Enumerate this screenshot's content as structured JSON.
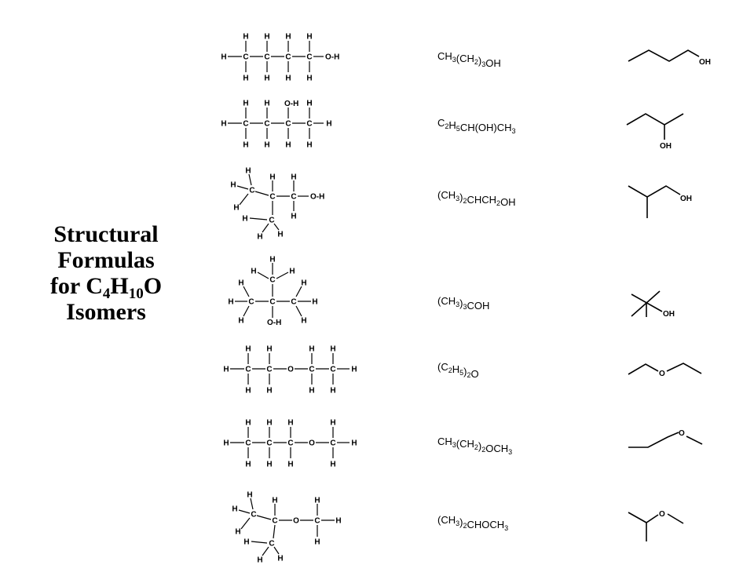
{
  "title": {
    "line1": "Structural",
    "line2": "Formulas",
    "line3_pre": "for C",
    "sub1": "4",
    "mid": "H",
    "sub2": "10",
    "post": "O",
    "line4": "Isomers"
  },
  "atoms": {
    "C": "C",
    "H": "H",
    "O": "O",
    "OH": "OH",
    "O-H": "O-H"
  },
  "condensed": [
    {
      "parts": [
        [
          "CH",
          ""
        ],
        [
          "3",
          "s"
        ],
        [
          "(CH",
          ""
        ],
        [
          "2",
          "s"
        ],
        [
          ")",
          ""
        ],
        [
          "3",
          "s"
        ],
        [
          "OH",
          ""
        ]
      ]
    },
    {
      "parts": [
        [
          "C",
          ""
        ],
        [
          "2",
          "s"
        ],
        [
          "H",
          ""
        ],
        [
          "5",
          "s"
        ],
        [
          "CH(OH)CH",
          ""
        ],
        [
          "3",
          "s"
        ]
      ]
    },
    {
      "parts": [
        [
          "(CH",
          ""
        ],
        [
          "3",
          "s"
        ],
        [
          ")",
          ""
        ],
        [
          "2",
          "s"
        ],
        [
          "CHCH",
          ""
        ],
        [
          "2",
          "s"
        ],
        [
          "OH",
          ""
        ]
      ]
    },
    {
      "parts": [
        [
          "(CH",
          ""
        ],
        [
          "3",
          "s"
        ],
        [
          ")",
          ""
        ],
        [
          "3",
          "s"
        ],
        [
          "COH",
          ""
        ]
      ]
    },
    {
      "parts": [
        [
          "(C",
          ""
        ],
        [
          "2",
          "s"
        ],
        [
          "H",
          ""
        ],
        [
          "5",
          "s"
        ],
        [
          ")",
          ""
        ],
        [
          "2",
          "s"
        ],
        [
          "O",
          ""
        ]
      ]
    },
    {
      "parts": [
        [
          "CH",
          ""
        ],
        [
          "3",
          "s"
        ],
        [
          "(CH",
          ""
        ],
        [
          "2",
          "s"
        ],
        [
          ")",
          ""
        ],
        [
          "2",
          "s"
        ],
        [
          "OCH",
          ""
        ],
        [
          "3",
          "s"
        ]
      ]
    },
    {
      "parts": [
        [
          "(CH",
          ""
        ],
        [
          "3",
          "s"
        ],
        [
          ")",
          ""
        ],
        [
          "2",
          "s"
        ],
        [
          "CHOCH",
          ""
        ],
        [
          "3",
          "s"
        ]
      ]
    }
  ]
}
